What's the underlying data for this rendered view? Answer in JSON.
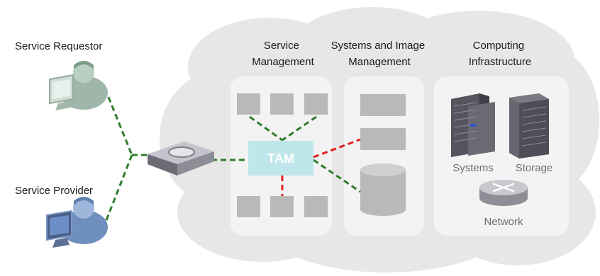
{
  "actors": {
    "requestor_label": "Service Requestor",
    "provider_label": "Service Provider"
  },
  "columns": {
    "service_management": [
      "Service",
      "Management"
    ],
    "systems_image_management": [
      "Systems and Image",
      "Management"
    ],
    "computing_infrastructure": [
      "Computing",
      "Infrastructure"
    ]
  },
  "center": {
    "label": "TAM"
  },
  "infrastructure": {
    "systems_label": "Systems",
    "storage_label": "Storage",
    "network_label": "Network"
  },
  "colors": {
    "cloud": "#e7e7e7",
    "panel": "#f3f3f3",
    "block": "#b9b9b9",
    "tam": "#bfe6ea",
    "green_link": "#2e7d2e",
    "red_link": "#e02020"
  },
  "icons": [
    "person-computer-icon",
    "router-device-icon",
    "server-rack-icon",
    "storage-rack-icon",
    "network-router-icon",
    "database-cylinder-icon"
  ]
}
